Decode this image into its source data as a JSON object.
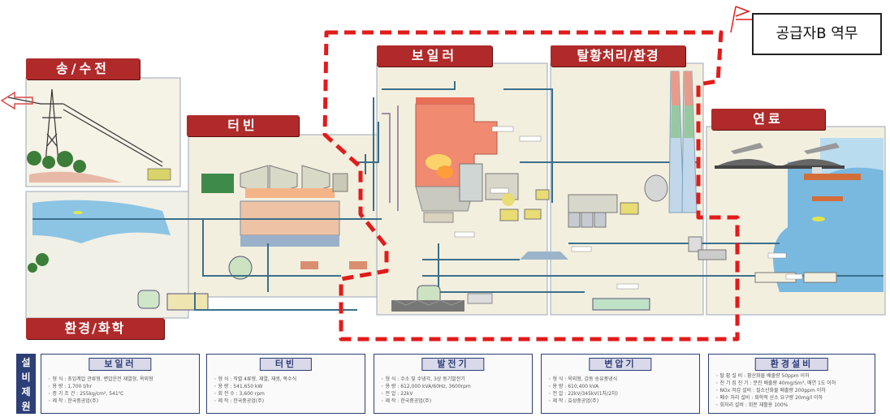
{
  "callout": {
    "text": "공급자B 역무"
  },
  "sections": {
    "transmission": "송/수전",
    "turbine": "터빈",
    "boiler": "보일러",
    "desulfurization": "탈황처리/환경",
    "fuel": "연료",
    "environment_chemistry": "환경/화학"
  },
  "legend": {
    "side_label": [
      "설",
      "비",
      "제",
      "원"
    ],
    "boxes": [
      {
        "title": "보일러",
        "rows": [
          "◦ 형    식 : 초임계압 관류형, 변압운전 재열형, 옥외형",
          "◦ 용    량 : 1,700 t/hr",
          "◦ 증 기 조 건 : 255kg/cm², 541℃",
          "◦ 제    작 : 한국중공업(주)"
        ]
      },
      {
        "title": "터빈",
        "rows": [
          "◦ 형    식 : 직렬 4류형, 재열, 재생, 복수식",
          "◦ 용    량 : 541,650 kW",
          "◦ 회  전  수 : 3,600 rpm",
          "◦ 제    작 : 한국중공업(주)"
        ]
      },
      {
        "title": "발전기",
        "rows": [
          "◦ 형    식 : 수소 및 수냉각, 3상 동기발전기",
          "◦ 용    량 : 612,000 kVA/60Hz, 3600rpm",
          "◦ 전    압 : 22kV",
          "◦ 제    작 : 한국중공업(주)"
        ]
      },
      {
        "title": "변압기",
        "rows": [
          "◦ 형    식 : 옥외형, 감동 송유풍냉식",
          "◦ 용    량 : 610,400 kVA",
          "◦ 전    압 : 22kV/345kV(1차/2차)",
          "◦ 제    작 : 효성중공업(주)"
        ]
      },
      {
        "title": "환경설비",
        "rows": [
          "◦ 탈 황 설 비 : 황산화물 배출량 50ppm 이하",
          "◦ 전 기 집 진 기 : 분진 배출량 40mg/Sm³, 매연 1도 이하",
          "◦ NOx 저감 설비 : 질소산화물 배출량 200ppm 이하",
          "◦ 폐수 처리 설비 : 화학적 산소 요구량 20mg/l 이하",
          "◦ 회처리 설비 : 회분 재활용 100%"
        ]
      }
    ]
  },
  "colors": {
    "section_label": "#b02a2a",
    "panel": "#f3efdf",
    "callout_boundary": "#e21b1b",
    "water": "#6fb5dc",
    "pipe": "#3b6f8a",
    "equipment_green": "#3f8a4a",
    "boiler_flame": "#f08a70",
    "legend_blue": "#2d3f76"
  },
  "icons": [
    "transmission-tower-icon",
    "tree-icon",
    "chimney-icon",
    "ship-icon",
    "fish-icon",
    "coal-pile-icon",
    "arrow-left-icon",
    "flag-icon"
  ]
}
